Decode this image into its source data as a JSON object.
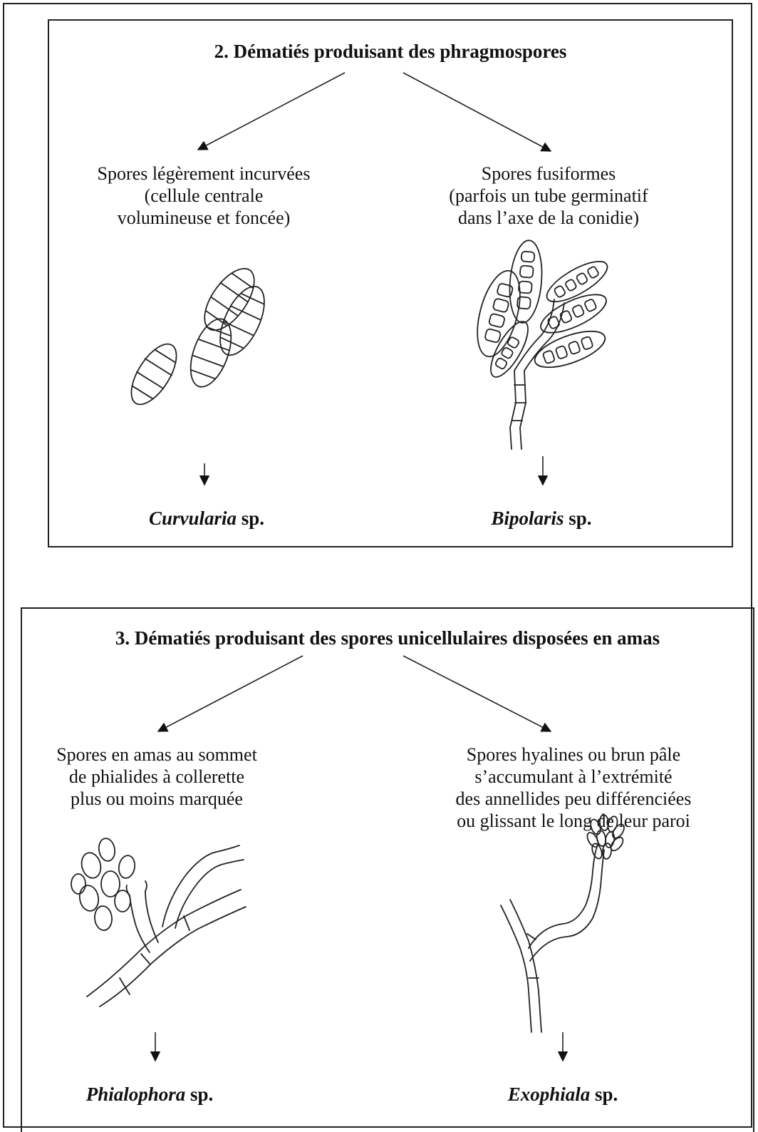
{
  "panel_2": {
    "title": "2. Dématiés produisant des phragmospores",
    "left": {
      "lines": [
        "Spores légèrement incurvées",
        "(cellule centrale",
        "volumineuse et foncée)"
      ],
      "genus_name": "Curvularia",
      "genus_suffix": " sp."
    },
    "right": {
      "lines": [
        "Spores fusiformes",
        "(parfois un tube germinatif",
        "dans l’axe de la conidie)"
      ],
      "genus_name": "Bipolaris",
      "genus_suffix": " sp."
    }
  },
  "panel_3": {
    "title": "3. Dématiés produisant des spores unicellulaires disposées en amas",
    "left": {
      "lines": [
        "Spores en amas au sommet",
        "de phialides à collerette",
        "plus ou moins marquée"
      ],
      "genus_name": "Phialophora",
      "genus_suffix": " sp."
    },
    "right": {
      "lines": [
        "Spores hyalines ou brun pâle",
        "s’accumulant à l’extrémité",
        "des annellides peu différenciées",
        "ou glissant le long de leur paroi"
      ],
      "genus_name": "Exophiala",
      "genus_suffix": " sp."
    }
  },
  "icons": [
    "arrow-icon",
    "curvularia-spores-illustration",
    "bipolaris-illustration",
    "phialophora-illustration",
    "exophiala-illustration"
  ]
}
